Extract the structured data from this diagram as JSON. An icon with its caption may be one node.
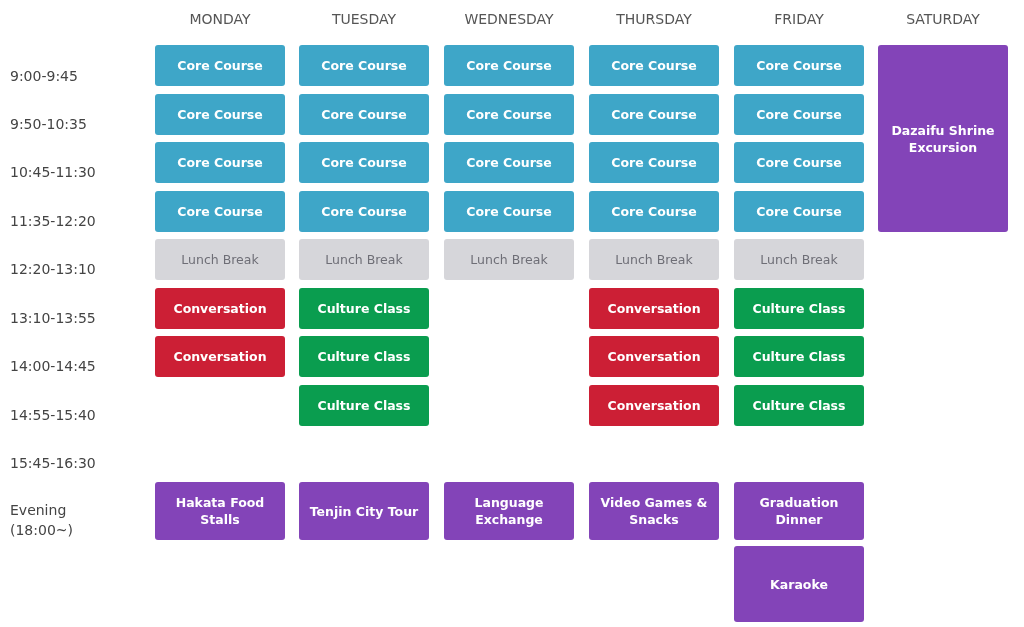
{
  "diagram": {
    "nodes": [
      {
        "text": [
          "Core Course"
        ]
      },
      {
        "text": [
          "Core Course"
        ]
      },
      {
        "text": [
          "Core Course"
        ]
      },
      {
        "text": [
          "Core Course"
        ]
      },
      {
        "text": [
          "Core Course"
        ]
      },
      {
        "text": [
          "Dazaifu Shrine Excursion"
        ]
      },
      {
        "text": [
          "Core Course"
        ]
      },
      {
        "text": [
          "Core Course"
        ]
      },
      {
        "text": [
          "Core Course"
        ]
      },
      {
        "text": [
          "Core Course"
        ]
      },
      {
        "text": [
          "Core Course"
        ]
      },
      {
        "text": [
          "Core Course"
        ]
      },
      {
        "text": [
          "Core Course"
        ]
      },
      {
        "text": [
          "Core Course"
        ]
      },
      {
        "text": [
          "Core Course"
        ]
      },
      {
        "text": [
          "Core Course"
        ]
      },
      {
        "text": [
          "Core Course"
        ]
      },
      {
        "text": [
          "Core Course"
        ]
      },
      {
        "text": [
          "Core Course"
        ]
      },
      {
        "text": [
          "Core Course"
        ]
      },
      {
        "text": [
          "Core Course"
        ]
      },
      {
        "text": [
          "Lunch Break"
        ]
      },
      {
        "text": [
          "Lunch Break"
        ]
      },
      {
        "text": [
          "Lunch Break"
        ]
      },
      {
        "text": [
          "Lunch Break"
        ]
      },
      {
        "text": [
          "Lunch Break"
        ]
      },
      {
        "text": [
          "Conversation"
        ]
      },
      {
        "text": [
          "Culture Class"
        ]
      },
      {
        "text": [
          "Conversation"
        ]
      },
      {
        "text": [
          "Culture Class"
        ]
      },
      {
        "text": [
          "Conversation"
        ]
      },
      {
        "text": [
          "Culture Class"
        ]
      },
      {
        "text": [
          "Conversation"
        ]
      },
      {
        "text": [
          "Culture Class"
        ]
      },
      {
        "text": [
          "Culture Class"
        ]
      },
      {
        "text": [
          "Conversation"
        ]
      },
      {
        "text": [
          "Culture Class"
        ]
      },
      {
        "text": [
          "Hakata Food Stalls"
        ]
      },
      {
        "text": [
          "Tenjin City Tour"
        ]
      },
      {
        "text": [
          "Language Exchange"
        ]
      },
      {
        "text": [
          "Video Games & Snacks"
        ]
      },
      {
        "text": [
          "Graduation Dinner"
        ]
      },
      {
        "text": [
          "Karaoke"
        ]
      }
    ],
    "labels": [
      "MONDAY",
      "TUESDAY",
      "WEDNESDAY",
      "THURSDAY",
      "FRIDAY",
      "SATURDAY",
      "9:00-9:45",
      "9:50-10:35",
      "10:45-11:30",
      "11:35-12:20",
      "12:20-13:10",
      "13:10-13:55",
      "14:00-14:45",
      "14:55-15:40",
      "15:45-16:30",
      "Evening (18:00~)"
    ]
  }
}
